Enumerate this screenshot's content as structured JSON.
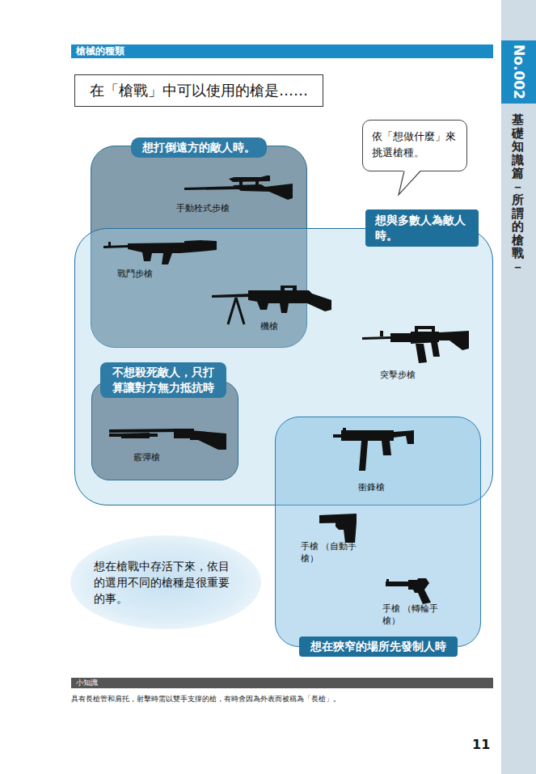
{
  "diagram": {
    "title": "在「槍戰」中可以使用的槍是……",
    "nodes": [
      {
        "text": [
          "槍械的種類"
        ]
      },
      {
        "text": [
          "在「槍戰」中可以使用的槍是……"
        ]
      },
      {
        "text": [
          "依「想做什麼」來挑選槍種。"
        ]
      },
      {
        "text": [
          "想打倒遠方的敵人時。"
        ]
      },
      {
        "text": [
          "想與多數人為敵人時。"
        ]
      },
      {
        "text": [
          "不想殺死敵人，只打算讓對方無力抵抗時"
        ],
        "in": 4
      },
      {
        "text": [
          "想在狹窄的場所先發制人時"
        ]
      },
      {
        "text": [
          "想在槍戰中存活下來，依目的選用不同的槍種是很重要的事。"
        ]
      },
      {
        "text": [
          "小知識"
        ]
      },
      {
        "text": [
          "No.002",
          "基礎知識篇－所謂的槍戰－"
        ]
      }
    ],
    "labels": [
      "手動栓式步槍",
      "戰鬥步槍",
      "機槍",
      "突擊步槍",
      "霰彈槍",
      "衝鋒槍",
      "手槍 （自動手槍）",
      "手槍 （轉輪手槍）",
      "具有長槍管和肩托，射擊時需以雙手支撐的槍，有時會因為外表而被稱為「長槍」。",
      "11"
    ]
  }
}
